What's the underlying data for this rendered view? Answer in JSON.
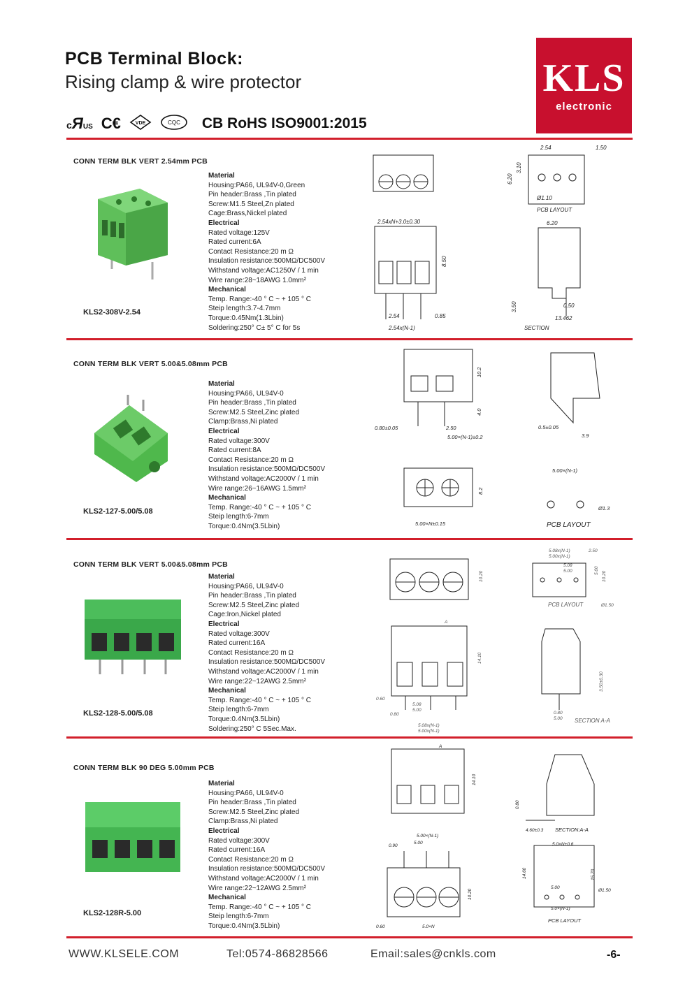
{
  "header": {
    "title": "PCB Terminal Block:",
    "subtitle": "Rising clamp & wire protector",
    "certifications": "CB RoHS ISO9001:2015",
    "cert_marks": [
      "c UL us",
      "CE",
      "VDE",
      "CQC"
    ]
  },
  "logo": {
    "big": "KLS",
    "small": "electronic",
    "color": "#c8102e"
  },
  "accent_color": "#d21f2b",
  "sections": [
    {
      "title": "CONN TERM BLK VERT 2.54mm PCB",
      "part": "KLS2-308V-2.54",
      "lines": [
        {
          "t": "Material",
          "h": true
        },
        {
          "t": "Housing:PA66, UL94V-0,Green"
        },
        {
          "t": "Pin header:Brass ,Tin plated"
        },
        {
          "t": "Screw:M1.5  Steel,Zn plated"
        },
        {
          "t": "Cage:Brass,Nickel plated"
        },
        {
          "t": "Electrical",
          "h": true
        },
        {
          "t": "Rated voltage:125V"
        },
        {
          "t": "Rated current:6A"
        },
        {
          "t": "Contact Resistance:20 m Ω"
        },
        {
          "t": "Insulation resistance:500MΩ/DC500V"
        },
        {
          "t": "Withstand voltage:AC1250V / 1 min"
        },
        {
          "t": "Wire range:28~18AWG  1.0mm²"
        },
        {
          "t": "Mechanical",
          "h": true
        },
        {
          "t": "Temp. Range:-40 ° C ~ + 105 ° C"
        },
        {
          "t": "Steip length:3.7-4.7mm"
        },
        {
          "t": "Torque:0.45Nm(1.3Lbin)"
        },
        {
          "t": "Soldering:250° C± 5° C  for 5s"
        }
      ],
      "dims": {
        "a": "2.54",
        "b": "1.50",
        "c": "6.20",
        "d": "3.10",
        "e": "Ø1.10",
        "f": "PCB LAYOUT",
        "g": "2.54xN+3.0±0.30",
        "h": "8.50",
        "i": "6.20",
        "j": "3.50",
        "k": "0.50",
        "l": "13.462",
        "m": "2.54",
        "n": "0.85",
        "o": "2.54x(N-1)",
        "p": "SECTION"
      }
    },
    {
      "title": "CONN TERM BLK VERT 5.00&5.08mm PCB",
      "part": "KLS2-127-5.00/5.08",
      "lines": [
        {
          "t": "Material",
          "h": true
        },
        {
          "t": "Housing:PA66, UL94V-0"
        },
        {
          "t": "Pin header:Brass ,Tin plated"
        },
        {
          "t": "Screw:M2.5  Steel,Zinc plated"
        },
        {
          "t": "Clamp:Brass,Ni plated"
        },
        {
          "t": "Electrical",
          "h": true
        },
        {
          "t": "Rated voltage:300V"
        },
        {
          "t": "Rated current:8A"
        },
        {
          "t": "Contact Resistance:20 m Ω"
        },
        {
          "t": "Insulation resistance:500MΩ/DC500V"
        },
        {
          "t": "Withstand voltage:AC2000V / 1 min"
        },
        {
          "t": "Wire range:26~16AWG  1.5mm²"
        },
        {
          "t": "Mechanical",
          "h": true
        },
        {
          "t": "Temp. Range:-40 ° C ~ + 105 ° C"
        },
        {
          "t": "Steip length:6-7mm"
        },
        {
          "t": "Torque:0.4Nm(3.5Lbin)"
        }
      ],
      "dims": {
        "a": "10.2",
        "b": "4.0",
        "c": "0.80±0.05",
        "d": "2.50",
        "e": "5.00×(N-1)±0.2",
        "f": "0.5±0.05",
        "g": "3.9",
        "h": "8.2",
        "i": "5.00×N±0.15",
        "j": "5.00×(N-1)",
        "k": "Ø1.3",
        "l": "PCB LAYOUT"
      }
    },
    {
      "title": "CONN TERM BLK VERT 5.00&5.08mm PCB",
      "part": "KLS2-128-5.00/5.08",
      "lines": [
        {
          "t": "Material",
          "h": true
        },
        {
          "t": "Housing:PA66, UL94V-0"
        },
        {
          "t": "Pin header:Brass ,Tin plated"
        },
        {
          "t": "Screw:M2.5  Steel,Zinc plated"
        },
        {
          "t": "Cage:Iron,Nickel plated"
        },
        {
          "t": "Electrical",
          "h": true
        },
        {
          "t": "Rated voltage:300V"
        },
        {
          "t": "Rated current:16A"
        },
        {
          "t": "Contact Resistance:20 m Ω"
        },
        {
          "t": "Insulation resistance:500MΩ/DC500V"
        },
        {
          "t": "Withstand voltage:AC2000V / 1 min"
        },
        {
          "t": "Wire range:22~12AWG  2.5mm²"
        },
        {
          "t": "Mechanical",
          "h": true
        },
        {
          "t": "Temp. Range:-40 ° C ~ + 105 ° C"
        },
        {
          "t": "Steip length:6-7mm"
        },
        {
          "t": "Torque:0.4Nm(3.5Lbin)"
        },
        {
          "t": "Soldering:250° C 5Sec.Max."
        }
      ],
      "dims": {
        "a": "10.20",
        "b": "5.08x(N-1)",
        "c": "5.00x(N-1)",
        "d": "2.50",
        "e": "5.08",
        "f": "5.00",
        "g": "5.00",
        "h": "10.20",
        "i": "PCB LAYOUT",
        "j": "Ø1.50",
        "k": "14.10",
        "l": "0.60",
        "m": "0.80",
        "n": "5.08",
        "o": "5.00",
        "p": "5.08x(N-1)",
        "q": "5.00x(N-1)",
        "r": "3.50±0.30",
        "s": "0.80",
        "t": "5.00",
        "u": "SECTION A-A",
        "v": "A"
      }
    },
    {
      "title": "CONN TERM BLK 90  DEG 5.00mm PCB",
      "part": "KLS2-128R-5.00",
      "lines": [
        {
          "t": "Material",
          "h": true
        },
        {
          "t": "Housing:PA66, UL94V-0"
        },
        {
          "t": "Pin header:Brass ,Tin plated"
        },
        {
          "t": "Screw:M2.5  Steel,Zinc plated"
        },
        {
          "t": "Clamp:Brass,Ni plated"
        },
        {
          "t": "Electrical",
          "h": true
        },
        {
          "t": "Rated voltage:300V"
        },
        {
          "t": "Rated current:16A"
        },
        {
          "t": "Contact Resistance:20 m Ω"
        },
        {
          "t": "Insulation resistance:500MΩ/DC500V"
        },
        {
          "t": "Withstand voltage:AC2000V / 1 min"
        },
        {
          "t": "Wire range:22~12AWG  2.5mm²"
        },
        {
          "t": "Mechanical",
          "h": true
        },
        {
          "t": "Temp. Range:-40 ° C ~ + 105 ° C"
        },
        {
          "t": "Steip length:6-7mm"
        },
        {
          "t": "Torque:0.4Nm(3.5Lbin)"
        }
      ],
      "dims": {
        "a": "14.10",
        "b": "0.80",
        "c": "4.60±0.3",
        "d": "SECTION:A-A",
        "e": "5.00×(N-1)",
        "f": "0.90",
        "g": "5.00",
        "h": "5.0×N+0.6",
        "i": "14.60",
        "j": "15.70",
        "k": "5.00",
        "l": "Ø1.50",
        "m": "5.0×(N-1)",
        "n": "PCB LAYOUT",
        "o": "10.20",
        "p": "0.60",
        "q": "5.0×N",
        "r": "A"
      }
    }
  ],
  "footer": {
    "website": "WWW.KLSELE.COM",
    "tel": "Tel:0574-86828566",
    "email": "Email:sales@cnkls.com",
    "page": "-6-"
  }
}
